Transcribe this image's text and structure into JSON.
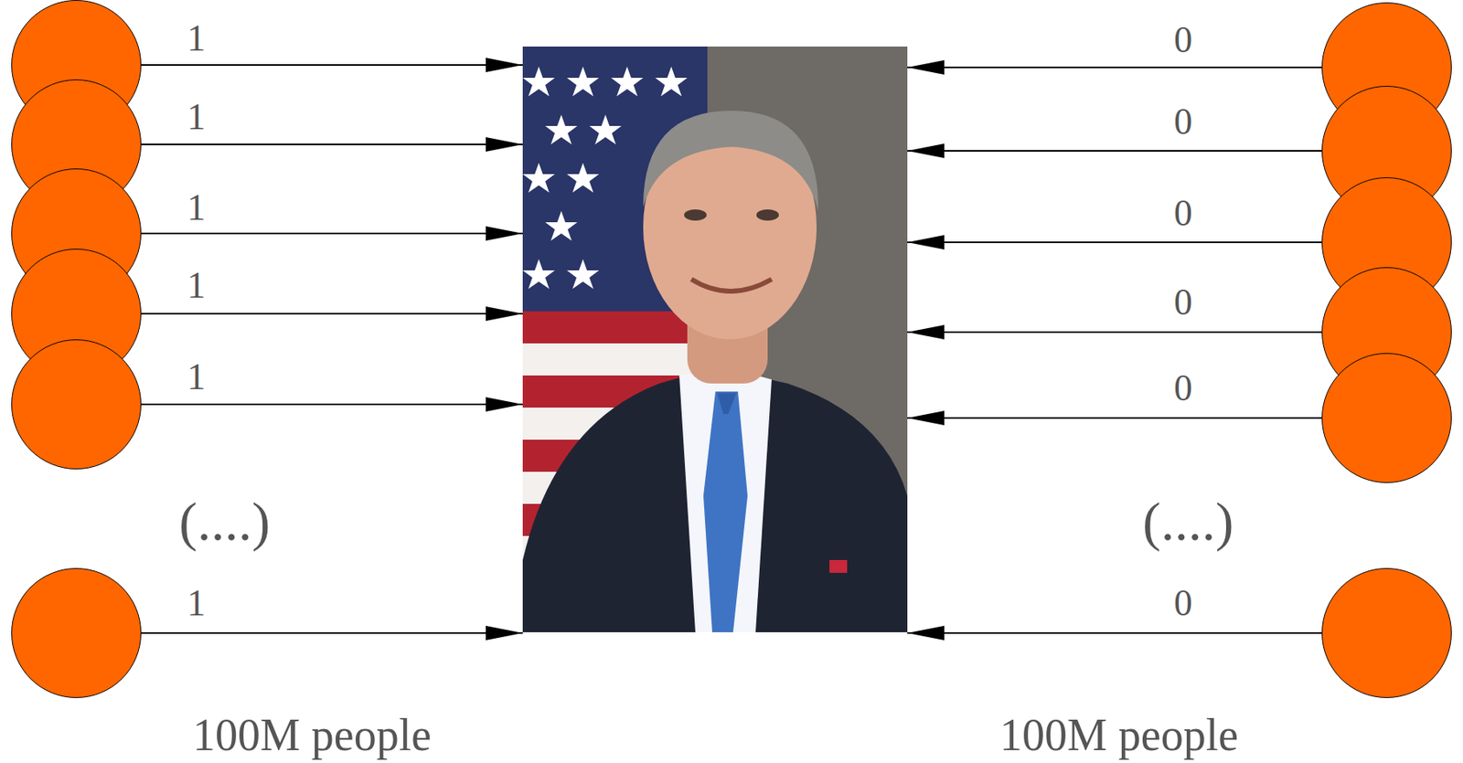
{
  "diagram": {
    "nodes": [
      {
        "text": []
      },
      {
        "text": []
      },
      {
        "text": []
      },
      {
        "text": []
      },
      {
        "text": []
      },
      {
        "text": []
      },
      {
        "text": []
      },
      {
        "text": []
      },
      {
        "text": []
      },
      {
        "text": []
      },
      {
        "text": []
      },
      {
        "text": []
      },
      {
        "text": []
      }
    ],
    "edges": [
      {
        "from": 0,
        "to": 6,
        "arrow": "to",
        "label": "1"
      },
      {
        "from": 1,
        "to": 6,
        "arrow": "to",
        "label": "1"
      },
      {
        "from": 2,
        "to": 6,
        "arrow": "to",
        "label": "1"
      },
      {
        "from": 3,
        "to": 6,
        "arrow": "to",
        "label": "1"
      },
      {
        "from": 4,
        "to": 6,
        "arrow": "to",
        "label": "1"
      },
      {
        "from": 5,
        "to": 6,
        "arrow": "to",
        "label": "1"
      },
      {
        "from": 7,
        "to": 6,
        "arrow": "to",
        "label": "0"
      },
      {
        "from": 8,
        "to": 6,
        "arrow": "to",
        "label": "0"
      },
      {
        "from": 9,
        "to": 6,
        "arrow": "to",
        "label": "0"
      },
      {
        "from": 10,
        "to": 6,
        "arrow": "to",
        "label": "0"
      },
      {
        "from": 11,
        "to": 6,
        "arrow": "to",
        "label": "0"
      },
      {
        "from": 12,
        "to": 6,
        "arrow": "to",
        "label": "0"
      }
    ],
    "labels": [
      "(....)",
      "(....)",
      "100M people",
      "100M people"
    ]
  }
}
